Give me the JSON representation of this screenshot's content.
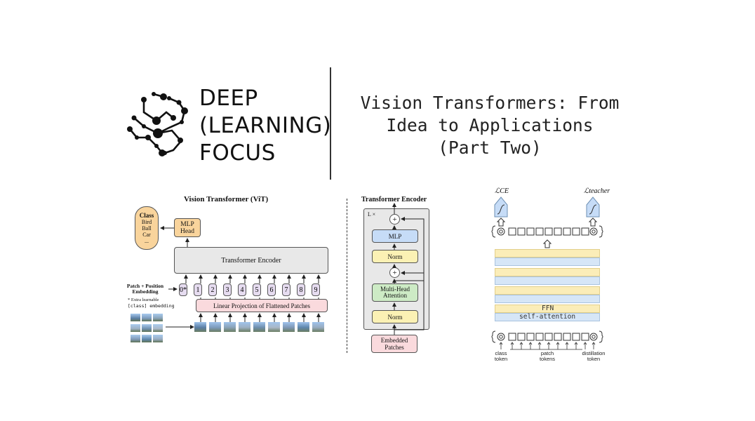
{
  "brand": {
    "lines": [
      "DEEP",
      "(LEARNING)",
      "FOCUS"
    ],
    "logo_icon": "network-s-logo"
  },
  "header": {
    "title_lines": [
      "Vision Transformers: From",
      "Idea to Applications",
      "(Part Two)"
    ]
  },
  "vit": {
    "title": "Vision Transformer (ViT)",
    "class_box": {
      "title": "Class",
      "items": [
        "Bird",
        "Ball",
        "Car",
        "..."
      ]
    },
    "mlp_head": [
      "MLP",
      "Head"
    ],
    "encoder_label": "Transformer Encoder",
    "pos_embed_label": [
      "Patch + Position",
      "Embedding"
    ],
    "extra_note": [
      "* Extra learnable",
      "[class] embedding"
    ],
    "position_tokens": [
      "0*",
      "1",
      "2",
      "3",
      "4",
      "5",
      "6",
      "7",
      "8",
      "9"
    ],
    "linear_projection": "Linear Projection of Flattened Patches"
  },
  "encoder": {
    "title": "Transformer Encoder",
    "repeat": "L ×",
    "blocks": [
      "MLP",
      "Norm",
      "Multi-Head Attention",
      "Norm"
    ],
    "input": [
      "Embedded",
      "Patches"
    ],
    "plus": "+"
  },
  "deit": {
    "loss_ce": "ℒCE",
    "loss_teacher": "ℒteacher",
    "layer_labels": [
      "FFN",
      "self-attention"
    ],
    "bottom_labels": {
      "class_token": [
        "class",
        "token"
      ],
      "patch_tokens": [
        "patch",
        "tokens"
      ],
      "distillation_token": [
        "distillation",
        "token"
      ]
    }
  },
  "colors": {
    "mlp_head": "#f9d49c",
    "class_box": "#f9d49c",
    "encoder_gray": "#e8e8e8",
    "linear_proj": "#fadadd",
    "mha_green": "#cdebc5",
    "norm_yellow": "#fbf1b4",
    "mlp_blue": "#c6dcf7",
    "embedded_pink": "#fadadd",
    "deit_yellow": "#fbedb8",
    "deit_blue": "#d6e6f7"
  }
}
